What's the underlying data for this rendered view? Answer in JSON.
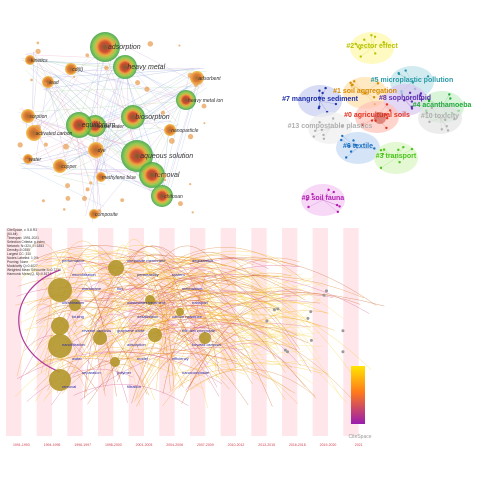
{
  "network_a": {
    "nodes": [
      {
        "label": "adsorption",
        "size": 3
      },
      {
        "label": "heavy metal",
        "size": 3
      },
      {
        "label": "adsorbent",
        "size": 2
      },
      {
        "label": "heavy metal ion",
        "size": 2
      },
      {
        "label": "aqueous solution",
        "size": 3
      },
      {
        "label": "removal",
        "size": 3
      },
      {
        "label": "chitosan",
        "size": 3
      },
      {
        "label": "waste water",
        "size": 2
      },
      {
        "label": "equilibrium",
        "size": 2
      },
      {
        "label": "kinetics",
        "size": 1
      },
      {
        "label": "activated carbon",
        "size": 2
      },
      {
        "label": "sorption",
        "size": 1
      },
      {
        "label": "composite",
        "size": 1
      },
      {
        "label": "methylene blue",
        "size": 1
      },
      {
        "label": "water",
        "size": 1
      },
      {
        "label": "lead",
        "size": 1
      },
      {
        "label": "copper",
        "size": 1
      },
      {
        "label": "cd(ii)",
        "size": 1
      },
      {
        "label": "biosorption",
        "size": 2
      },
      {
        "label": "dye",
        "size": 1
      },
      {
        "label": "nanoparticle",
        "size": 1
      }
    ]
  },
  "network_b": {
    "clusters": [
      {
        "label": "#2 vector effect",
        "color": "#b8c400"
      },
      {
        "label": "#5 microplastic pollution",
        "color": "#2a9aa8"
      },
      {
        "label": "#8 sophorolipid",
        "color": "#5a2fb0"
      },
      {
        "label": "#1 soil aggregation",
        "color": "#d68a00"
      },
      {
        "label": "#7 mangrove sediment",
        "color": "#2233aa"
      },
      {
        "label": "#0 agricultural soils",
        "color": "#e0301e"
      },
      {
        "label": "#4 acanthamoeba",
        "color": "#1faa3a"
      },
      {
        "label": "#10 toxicity",
        "color": "#b0b0b0"
      },
      {
        "label": "#13 compostable plastics",
        "color": "#b0b0b0"
      },
      {
        "label": "#6 textile",
        "color": "#1c6fc0"
      },
      {
        "label": "#3 transport",
        "color": "#4cc41c"
      },
      {
        "label": "#9 soil fauna",
        "color": "#b01cb0"
      }
    ]
  },
  "timeline": {
    "year_labels": [
      "1991-1993",
      "1994-1995",
      "1996-1997",
      "1998-2000",
      "2001-2003",
      "2004-2006",
      "2007-2009",
      "2010-2012",
      "2013-2015",
      "2016-2018",
      "2019-2020",
      "2021"
    ],
    "info_lines": [
      "CiteSpace, v. 5.8.R3",
      "(64-bit)",
      "Timespan: 1991-2021",
      "Selection Criteria: g-index",
      "Network: N=324, E=1853",
      "Density=0.0355",
      "Largest CC: 310",
      "Nodes Labeled: 1.0%",
      "Pruning: None",
      "Modularity Q=0.4027",
      "Weighted Mean Silhouette S=0.7234",
      "Harmonic Mean(Q, S)=0.5174"
    ],
    "node_labels": [
      "performance",
      "microfiltration",
      "membrane",
      "ultrafiltration",
      "fouling",
      "reverse osmosis",
      "nanofiltration",
      "water",
      "separation",
      "removal",
      "composite membrane",
      "permeability",
      "flux",
      "wastewater treatment",
      "desalination",
      "graphene oxide",
      "adsorption",
      "model",
      "polymer",
      "filtration",
      "degradation",
      "system",
      "mechanism",
      "transport",
      "carbon nanotube",
      "thin film composite",
      "forward osmosis",
      "efficiency",
      "nanocomposite"
    ],
    "watermark": "CiteSpace"
  }
}
